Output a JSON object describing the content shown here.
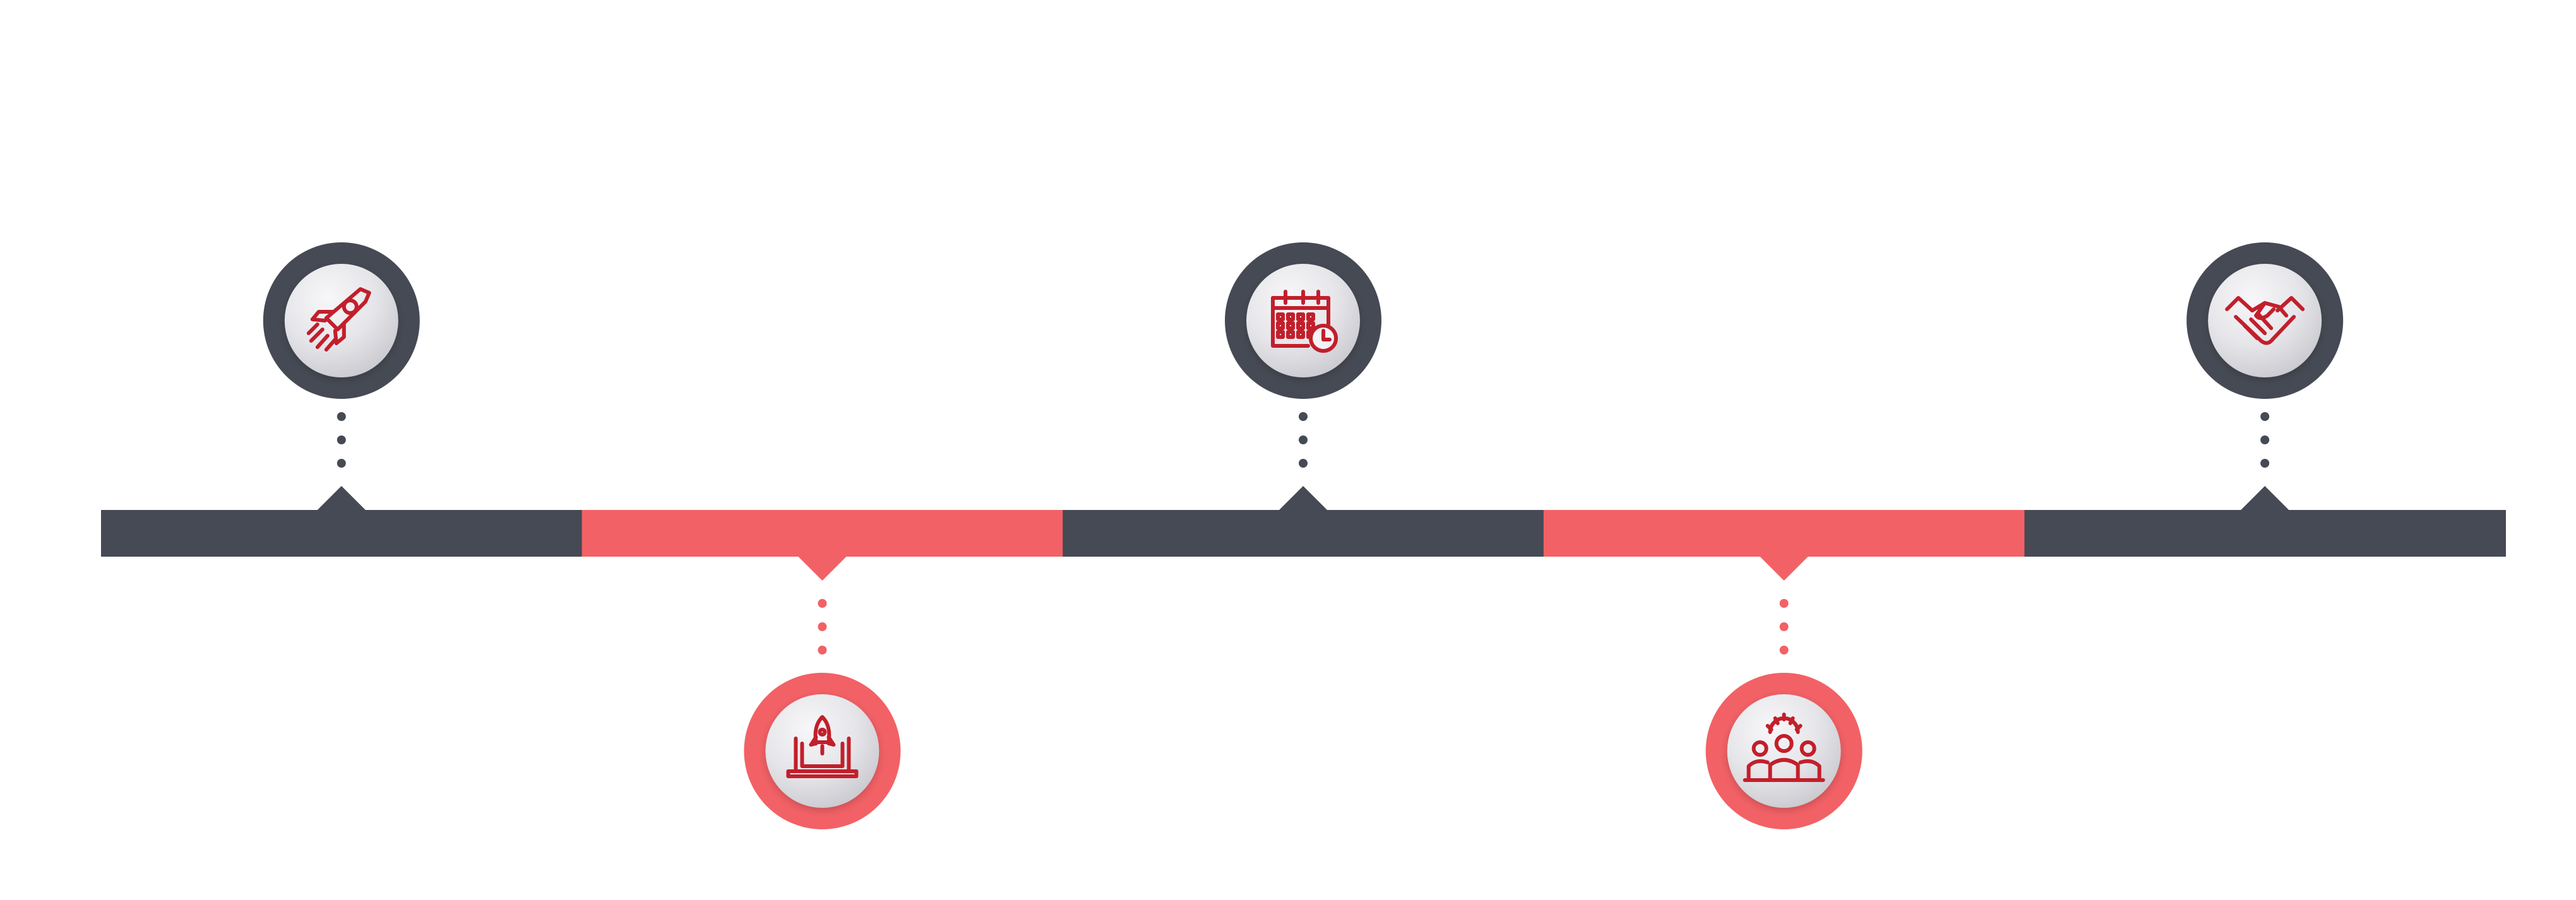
{
  "colors": {
    "background": "#ffffff",
    "dark": "#454a54",
    "coral": "#f26166",
    "icon_red": "#c21f2b",
    "medallion_light": "#f7f7f9",
    "medallion_dark": "#c9c9cf"
  },
  "timeline": {
    "segment_count": 5,
    "segments": [
      {
        "color": "dark"
      },
      {
        "color": "coral"
      },
      {
        "color": "dark"
      },
      {
        "color": "coral"
      },
      {
        "color": "dark"
      }
    ],
    "milestones": [
      {
        "id": "launch",
        "icon": "rocket-icon",
        "side": "above",
        "color": "dark"
      },
      {
        "id": "online",
        "icon": "laptop-rocket-icon",
        "side": "below",
        "color": "coral"
      },
      {
        "id": "schedule",
        "icon": "calendar-clock-icon",
        "side": "above",
        "color": "dark"
      },
      {
        "id": "team",
        "icon": "team-gear-icon",
        "side": "below",
        "color": "coral"
      },
      {
        "id": "deal",
        "icon": "handshake-icon",
        "side": "above",
        "color": "dark"
      }
    ]
  }
}
